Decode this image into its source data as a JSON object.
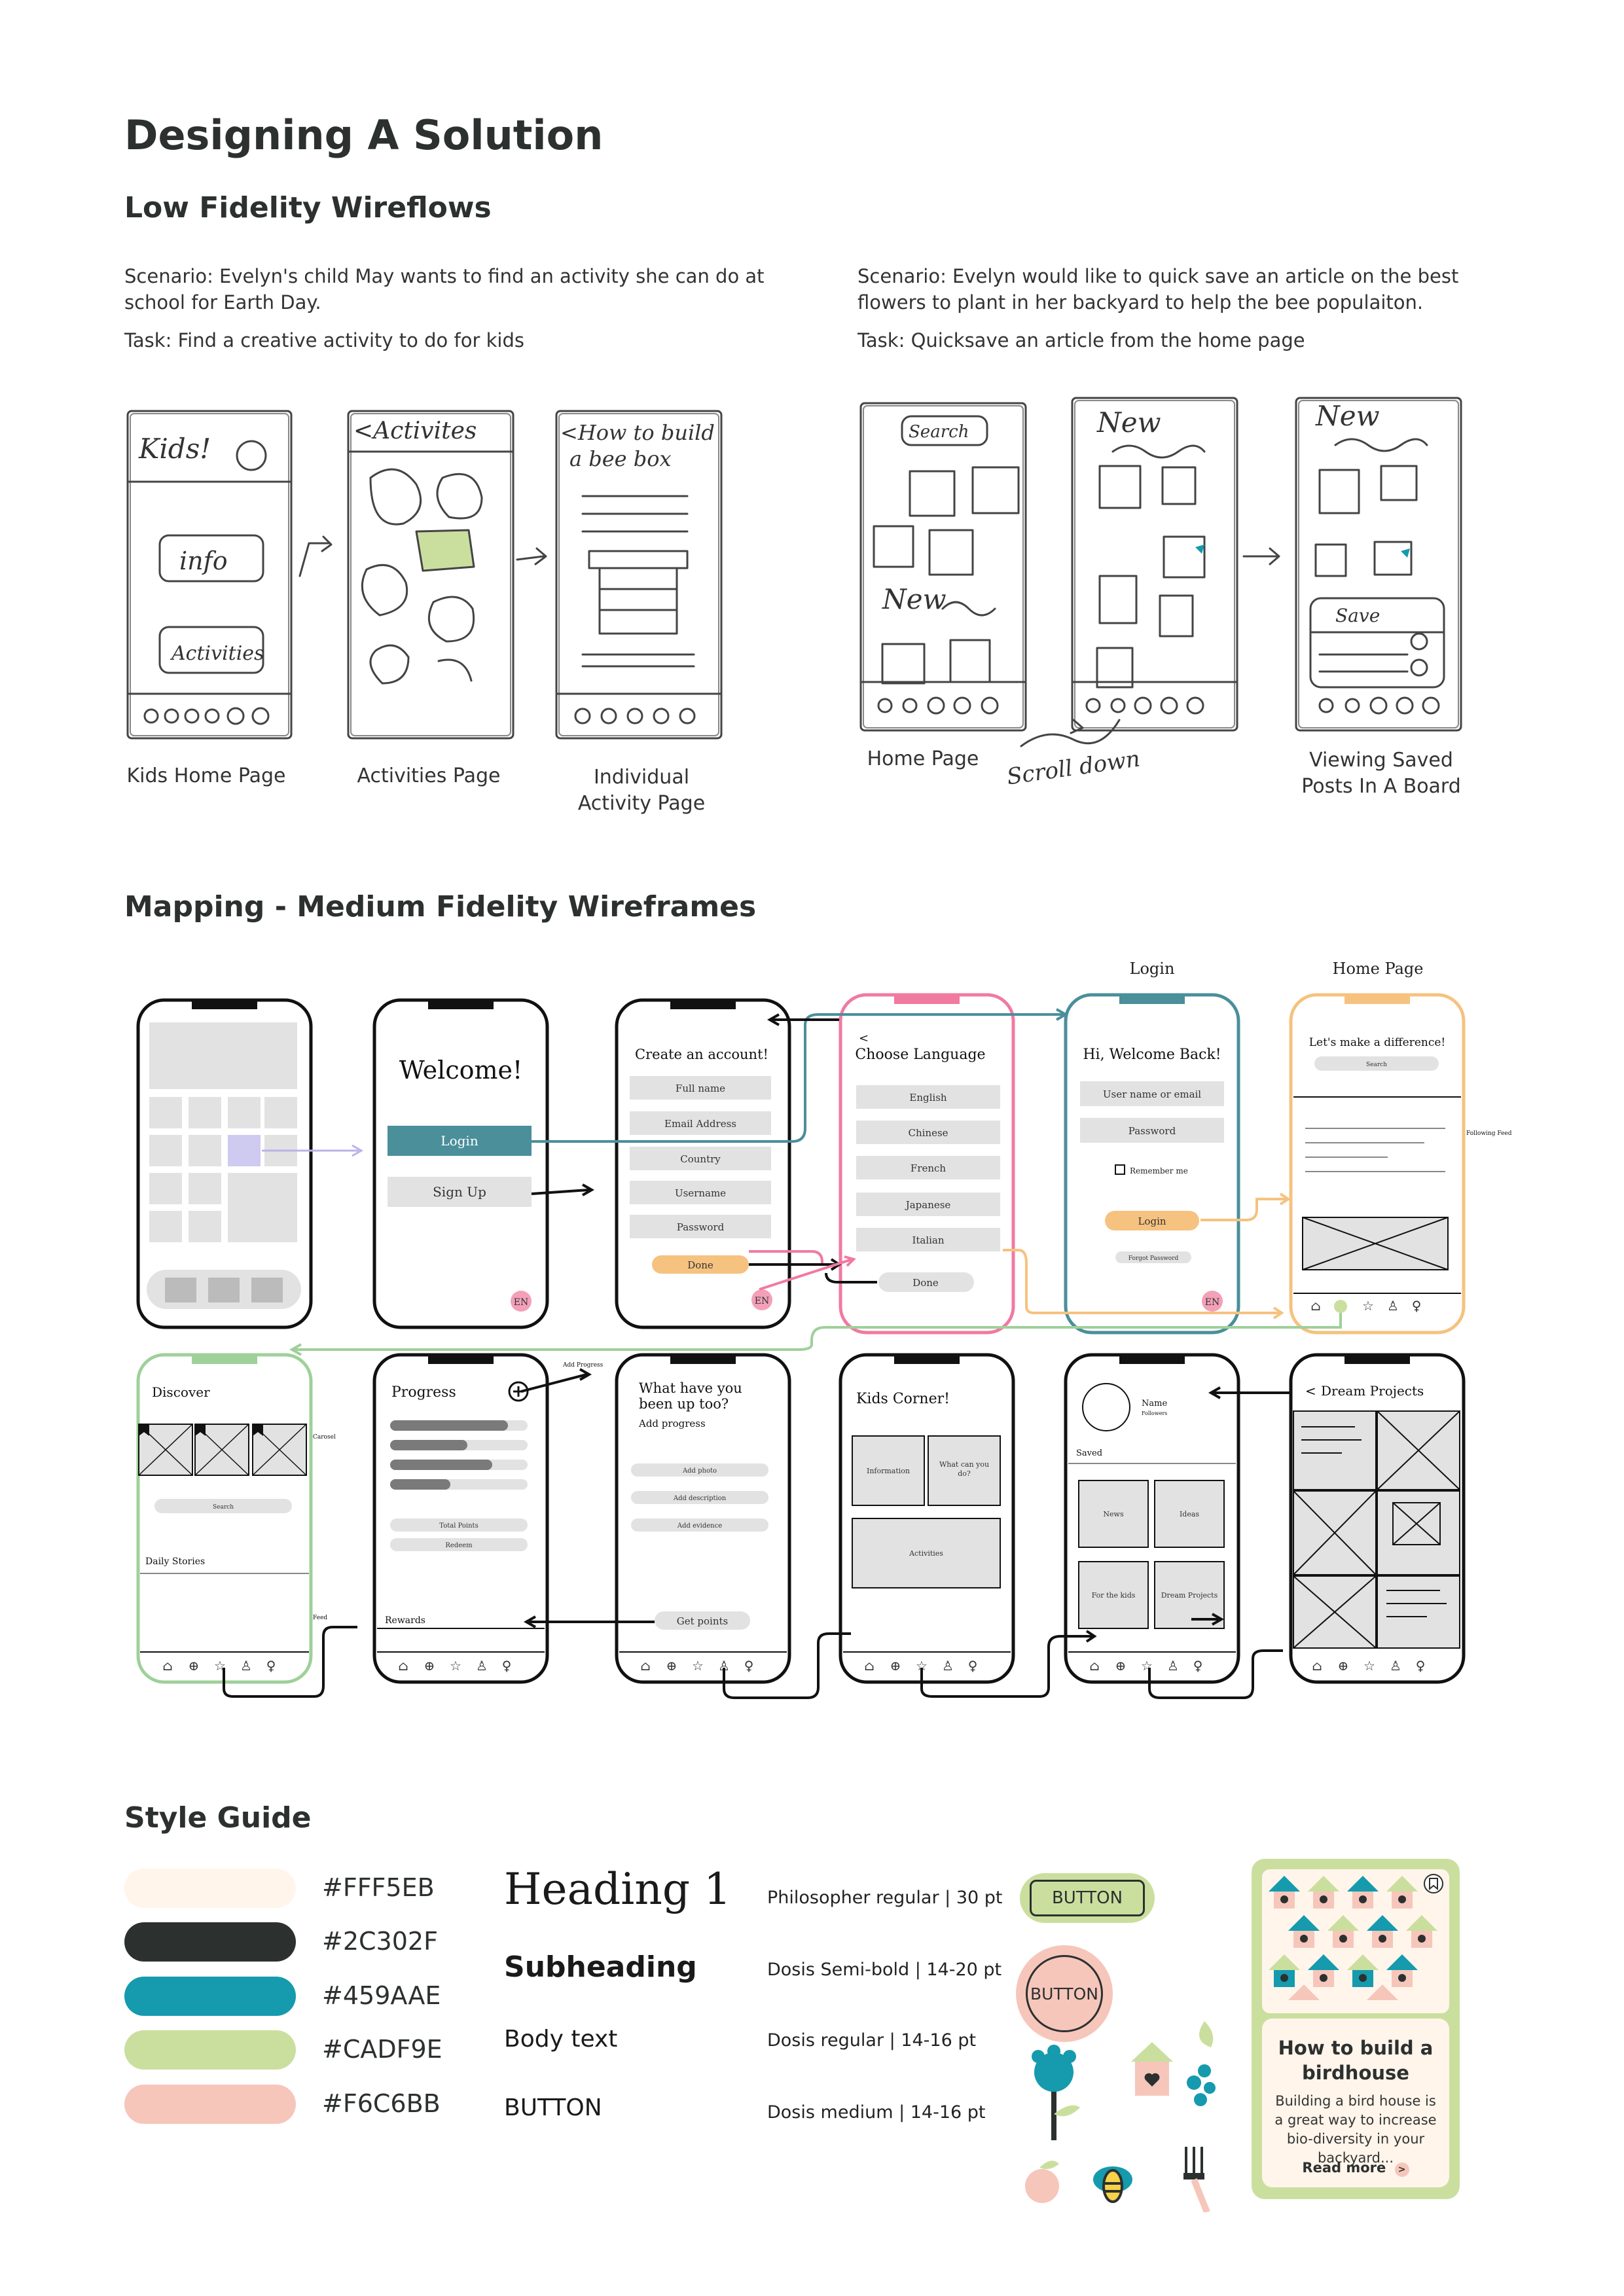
{
  "page_title": "Designing A Solution",
  "lowfi": {
    "heading": "Low Fidelity Wireflows",
    "left": {
      "scenario": "Scenario: Evelyn's child May wants to find an activity she can do at school for Earth Day.",
      "task": "Task: Find a creative activity to do for kids",
      "screens": [
        "Kids Home Page",
        "Activities Page",
        "Individual Activity Page"
      ],
      "sketch_text": [
        "Kids!",
        "info",
        "Activities",
        "<Activites",
        "<How to build a bee box"
      ]
    },
    "right": {
      "scenario": "Scenario: Evelyn would like to quick save an article on the best flowers to plant in her backyard to help the bee populaiton.",
      "task": "Task: Quicksave an article from the home page",
      "screens": [
        "Home Page",
        "Viewing Saved Posts In A Board"
      ],
      "scroll_note": "Scroll down",
      "sketch_text": [
        "Search",
        "New",
        "New",
        "New",
        "Save"
      ]
    }
  },
  "mapping": {
    "heading": "Mapping - Medium Fidelity Wireframes",
    "top_labels": {
      "login": "Login",
      "home": "Home Page"
    },
    "welcome": {
      "title": "Welcome!",
      "login": "Login",
      "signup": "Sign Up",
      "lang": "EN"
    },
    "create": {
      "title": "Create an account!",
      "fields": [
        "Full name",
        "Email Address",
        "Country",
        "Username",
        "Password"
      ],
      "done": "Done",
      "lang": "EN"
    },
    "language": {
      "back": "<",
      "title": "Choose Language",
      "options": [
        "English",
        "Chinese",
        "French",
        "Japanese",
        "Italian"
      ],
      "done": "Done"
    },
    "login": {
      "title": "Hi, Welcome Back!",
      "fields": [
        "User name or email",
        "Password"
      ],
      "remember": "Remember me",
      "button": "Login",
      "forgot": "Forgot Password",
      "lang": "EN"
    },
    "home": {
      "title": "Let's make a difference!",
      "search": "Search",
      "side_label": "Following Feed"
    },
    "discover": {
      "title": "Discover",
      "search": "Search",
      "daily": "Daily Stories",
      "carousel_label": "Carosel",
      "feed_label": "Feed"
    },
    "progress": {
      "title": "Progress",
      "total": "Total Points",
      "redeem": "Redeem",
      "rewards": "Rewards",
      "add_label": "Add Progress"
    },
    "add_progress": {
      "title": "What have you been up too?",
      "subtitle": "Add progress",
      "buttons": [
        "Add photo",
        "Add description",
        "Add evidence"
      ],
      "get_points": "Get points"
    },
    "kids": {
      "title": "Kids Corner!",
      "tiles": [
        "Information",
        "What can you do?",
        "Activities"
      ]
    },
    "profile": {
      "name": "Name",
      "followers": "Followers",
      "saved": "Saved",
      "tiles": [
        "News",
        "Ideas",
        "For the kids",
        "Dream Projects"
      ]
    },
    "dream": {
      "back": "<",
      "title": "Dream Projects"
    }
  },
  "style_guide": {
    "heading": "Style Guide",
    "colors": [
      {
        "hex": "#FFF5EB",
        "label": "#FFF5EB"
      },
      {
        "hex": "#2C302F",
        "label": "#2C302F"
      },
      {
        "hex": "#159AAE",
        "label": "#459AAE"
      },
      {
        "hex": "#CADF9E",
        "label": "#CADF9E"
      },
      {
        "hex": "#F6C6BB",
        "label": "#F6C6BB"
      }
    ],
    "type": [
      {
        "sample": "Heading 1",
        "spec": "Philosopher regular  |  30 pt"
      },
      {
        "sample": "Subheading",
        "spec": "Dosis Semi-bold |  14-20 pt"
      },
      {
        "sample": "Body text",
        "spec": "Dosis regular |  14-16 pt"
      },
      {
        "sample": "BUTTON",
        "spec": "Dosis medium |  14-16 pt"
      }
    ],
    "buttons": [
      "BUTTON",
      "BUTTON"
    ],
    "card": {
      "title": "How to build a birdhouse",
      "body": "Building a bird house is a great way to increase bio-diversity in your backyard...",
      "link": "Read more",
      "link_icon": ">"
    }
  }
}
